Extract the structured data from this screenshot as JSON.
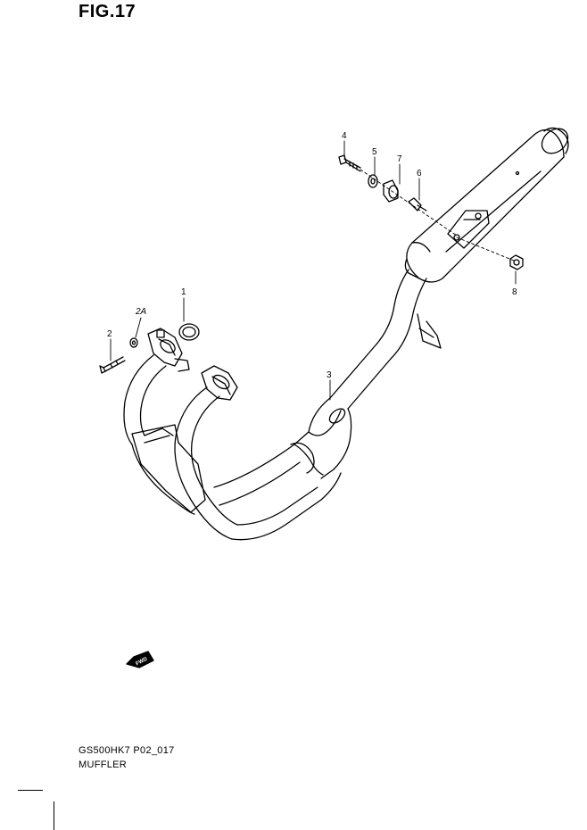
{
  "figure": {
    "title": "FIG.17",
    "code": "GS500HK7 P02_017",
    "name": "MUFFLER"
  },
  "callouts": [
    "1",
    "2A",
    "2",
    "3",
    "4",
    "5",
    "7",
    "6",
    "8"
  ],
  "fwd_label": "FWD"
}
